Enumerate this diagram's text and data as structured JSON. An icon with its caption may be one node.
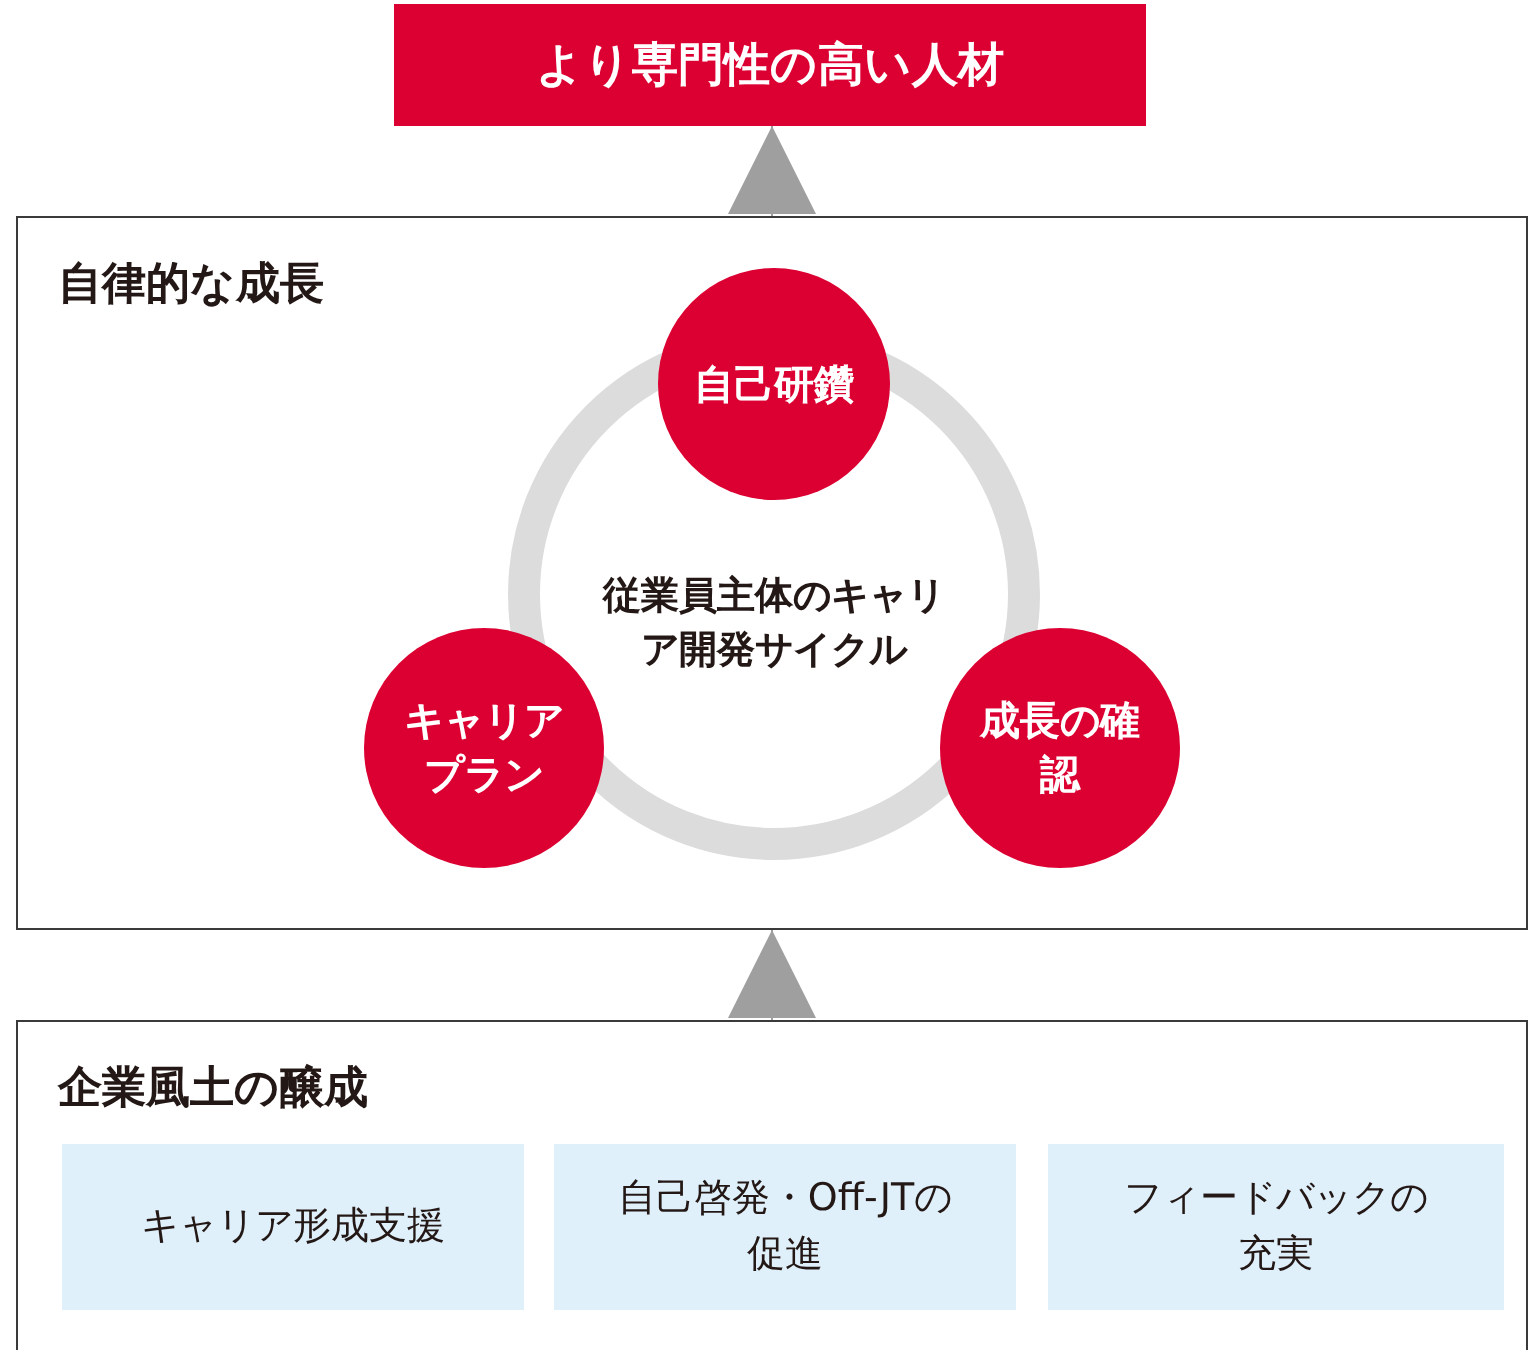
{
  "diagram": {
    "nodes": [
      {
        "text": [
          "より専門性の高い人材"
        ]
      },
      {
        "text": [
          "自律的な成長"
        ]
      },
      {
        "text": [
          "自己研鑽"
        ],
        "in": 1
      },
      {
        "text": [
          "従業員主体のキャリア開発サイクル"
        ],
        "in": 1
      },
      {
        "text": [
          "キャリアプラン"
        ],
        "in": 1
      },
      {
        "text": [
          "成長の確認"
        ],
        "in": 1
      },
      {
        "text": [
          "企業風土の醸成"
        ]
      },
      {
        "text": [
          "キャリア形成支援"
        ],
        "in": 6
      },
      {
        "text": [
          "自己啓発・Off-JTの促進"
        ],
        "in": 6
      },
      {
        "text": [
          "フィードバックの充実"
        ],
        "in": 6
      }
    ],
    "edges": [
      {
        "from": 6,
        "to": 1,
        "arrow": "to"
      },
      {
        "from": 1,
        "to": 0,
        "arrow": "to"
      }
    ]
  }
}
